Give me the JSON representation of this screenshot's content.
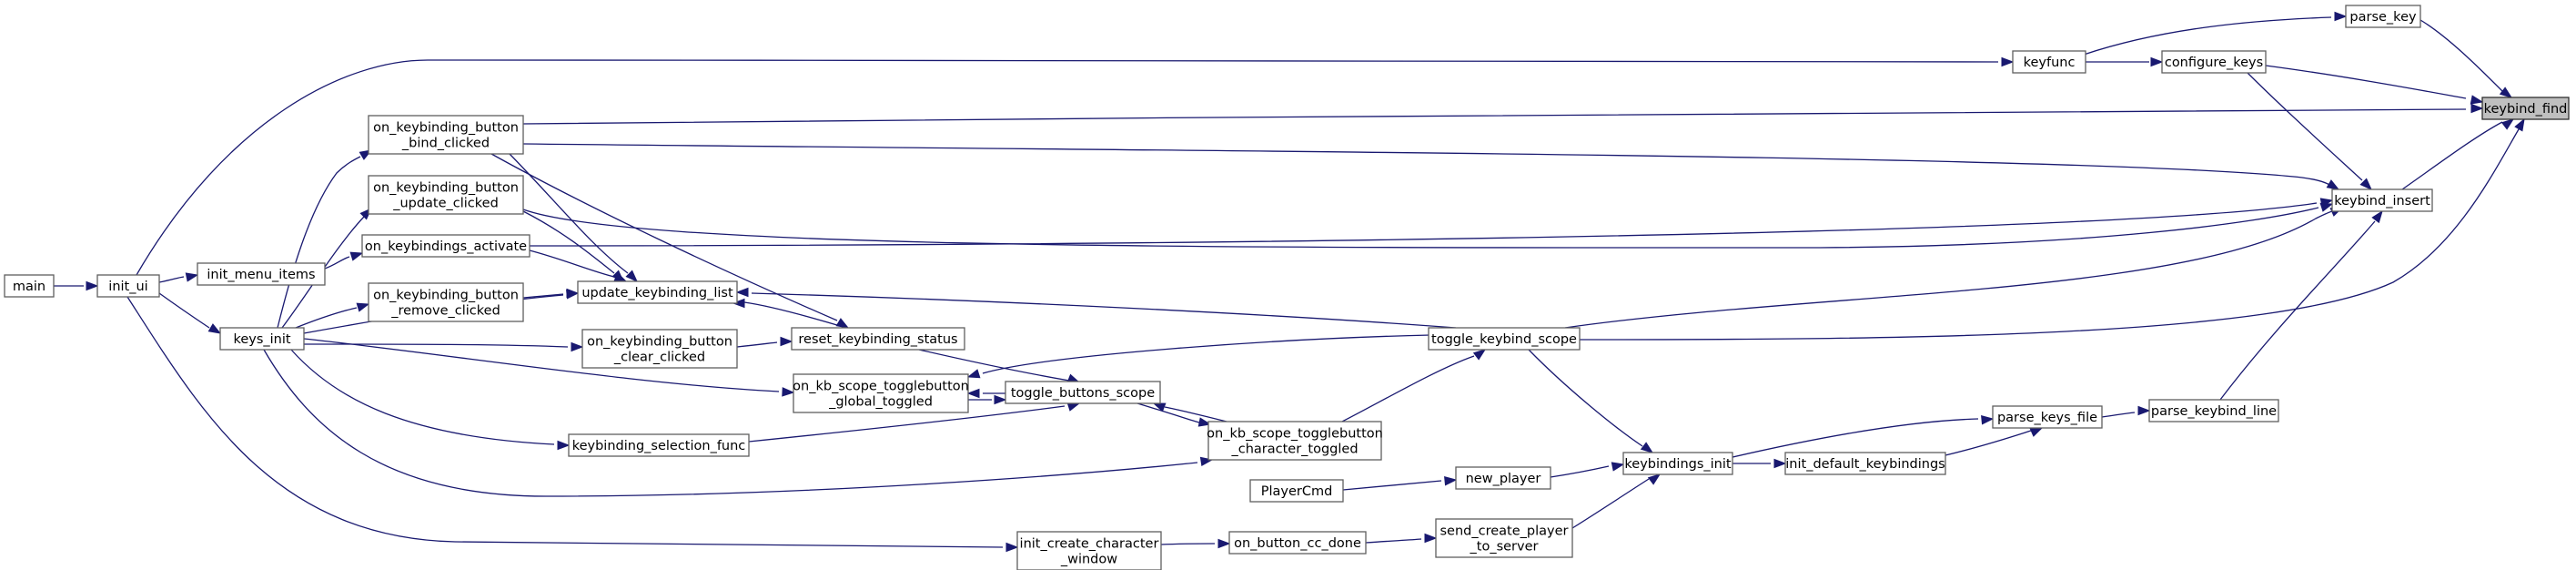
{
  "graph": {
    "title": "",
    "colors": {
      "edge": "#191970",
      "node_border": "#5f5f5f",
      "highlight_fill": "#bfbfbf"
    },
    "nodes": {
      "keybind_find": {
        "lines": [
          "keybind_find"
        ]
      },
      "parse_key": {
        "lines": [
          "parse_key"
        ]
      },
      "configure_keys": {
        "lines": [
          "configure_keys"
        ]
      },
      "keyfunc": {
        "lines": [
          "keyfunc"
        ]
      },
      "keybind_insert": {
        "lines": [
          "keybind_insert"
        ]
      },
      "parse_keybind_line": {
        "lines": [
          "parse_keybind_line"
        ]
      },
      "parse_keys_file": {
        "lines": [
          "parse_keys_file"
        ]
      },
      "init_default_keybindings": {
        "lines": [
          "init_default_keybindings"
        ]
      },
      "keybindings_init": {
        "lines": [
          "keybindings_init"
        ]
      },
      "toggle_keybind_scope": {
        "lines": [
          "toggle_keybind_scope"
        ]
      },
      "on_kb_scope_char": {
        "lines": [
          "on_kb_scope_togglebutton",
          "_character_toggled"
        ]
      },
      "toggle_buttons_scope": {
        "lines": [
          "toggle_buttons_scope"
        ]
      },
      "on_kb_scope_global": {
        "lines": [
          "on_kb_scope_togglebutton",
          "_global_toggled"
        ]
      },
      "reset_keybinding_status": {
        "lines": [
          "reset_keybinding_status"
        ]
      },
      "on_kb_clear": {
        "lines": [
          "on_keybinding_button",
          "_clear_clicked"
        ]
      },
      "update_keybinding_list": {
        "lines": [
          "update_keybinding_list"
        ]
      },
      "on_kb_remove": {
        "lines": [
          "on_keybinding_button",
          "_remove_clicked"
        ]
      },
      "on_keybindings_activate": {
        "lines": [
          "on_keybindings_activate"
        ]
      },
      "on_kb_update": {
        "lines": [
          "on_keybinding_button",
          "_update_clicked"
        ]
      },
      "on_kb_bind": {
        "lines": [
          "on_keybinding_button",
          "_bind_clicked"
        ]
      },
      "keybinding_selection_func": {
        "lines": [
          "keybinding_selection_func"
        ]
      },
      "new_player": {
        "lines": [
          "new_player"
        ]
      },
      "PlayerCmd": {
        "lines": [
          "PlayerCmd"
        ]
      },
      "send_create_player": {
        "lines": [
          "send_create_player",
          "_to_server"
        ]
      },
      "on_button_cc_done": {
        "lines": [
          "on_button_cc_done"
        ]
      },
      "init_create_character_window": {
        "lines": [
          "init_create_character",
          "_window"
        ]
      },
      "keys_init": {
        "lines": [
          "keys_init"
        ]
      },
      "init_menu_items": {
        "lines": [
          "init_menu_items"
        ]
      },
      "init_ui": {
        "lines": [
          "init_ui"
        ]
      },
      "main": {
        "lines": [
          "main"
        ]
      }
    },
    "edges": [
      {
        "from": "parse_key",
        "to": "keybind_find"
      },
      {
        "from": "configure_keys",
        "to": "keybind_find"
      },
      {
        "from": "on_kb_bind",
        "to": "keybind_find"
      },
      {
        "from": "keybind_insert",
        "to": "keybind_find"
      },
      {
        "from": "toggle_keybind_scope",
        "to": "keybind_find"
      },
      {
        "from": "keyfunc",
        "to": "parse_key"
      },
      {
        "from": "keyfunc",
        "to": "configure_keys"
      },
      {
        "from": "init_ui",
        "to": "keyfunc"
      },
      {
        "from": "configure_keys",
        "to": "keybind_insert"
      },
      {
        "from": "on_kb_bind",
        "to": "keybind_insert"
      },
      {
        "from": "on_kb_update",
        "to": "keybind_insert"
      },
      {
        "from": "on_keybindings_activate",
        "to": "keybind_insert"
      },
      {
        "from": "parse_keybind_line",
        "to": "keybind_insert"
      },
      {
        "from": "toggle_keybind_scope",
        "to": "keybind_insert"
      },
      {
        "from": "parse_keys_file",
        "to": "parse_keybind_line"
      },
      {
        "from": "keybindings_init",
        "to": "parse_keys_file"
      },
      {
        "from": "init_default_keybindings",
        "to": "parse_keys_file"
      },
      {
        "from": "keybindings_init",
        "to": "init_default_keybindings"
      },
      {
        "from": "toggle_keybind_scope",
        "to": "keybindings_init"
      },
      {
        "from": "new_player",
        "to": "keybindings_init"
      },
      {
        "from": "send_create_player",
        "to": "keybindings_init"
      },
      {
        "from": "on_kb_scope_char",
        "to": "toggle_keybind_scope"
      },
      {
        "from": "toggle_buttons_scope",
        "to": "on_kb_scope_char"
      },
      {
        "from": "keys_init",
        "to": "on_kb_scope_char"
      },
      {
        "from": "on_kb_scope_global",
        "to": "toggle_buttons_scope"
      },
      {
        "from": "on_kb_scope_char",
        "to": "toggle_buttons_scope"
      },
      {
        "from": "reset_keybinding_status",
        "to": "toggle_buttons_scope"
      },
      {
        "from": "keybinding_selection_func",
        "to": "toggle_buttons_scope"
      },
      {
        "from": "toggle_buttons_scope",
        "to": "on_kb_scope_global"
      },
      {
        "from": "toggle_keybind_scope",
        "to": "on_kb_scope_global"
      },
      {
        "from": "keys_init",
        "to": "on_kb_scope_global"
      },
      {
        "from": "on_kb_clear",
        "to": "reset_keybinding_status"
      },
      {
        "from": "on_kb_bind",
        "to": "reset_keybinding_status"
      },
      {
        "from": "keys_init",
        "to": "on_kb_clear"
      },
      {
        "from": "toggle_keybind_scope",
        "to": "update_keybinding_list"
      },
      {
        "from": "reset_keybinding_status",
        "to": "update_keybinding_list"
      },
      {
        "from": "on_kb_remove",
        "to": "update_keybinding_list"
      },
      {
        "from": "on_keybindings_activate",
        "to": "update_keybinding_list"
      },
      {
        "from": "on_kb_update",
        "to": "update_keybinding_list"
      },
      {
        "from": "on_kb_bind",
        "to": "update_keybinding_list"
      },
      {
        "from": "keys_init",
        "to": "update_keybinding_list"
      },
      {
        "from": "keys_init",
        "to": "on_kb_remove"
      },
      {
        "from": "init_menu_items",
        "to": "on_keybindings_activate"
      },
      {
        "from": "keys_init",
        "to": "on_kb_update"
      },
      {
        "from": "keys_init",
        "to": "on_kb_bind"
      },
      {
        "from": "keys_init",
        "to": "keybinding_selection_func"
      },
      {
        "from": "PlayerCmd",
        "to": "new_player"
      },
      {
        "from": "on_button_cc_done",
        "to": "send_create_player"
      },
      {
        "from": "init_create_character_window",
        "to": "on_button_cc_done"
      },
      {
        "from": "init_ui",
        "to": "init_create_character_window"
      },
      {
        "from": "init_ui",
        "to": "init_menu_items"
      },
      {
        "from": "init_ui",
        "to": "keys_init"
      },
      {
        "from": "main",
        "to": "init_ui"
      }
    ]
  }
}
